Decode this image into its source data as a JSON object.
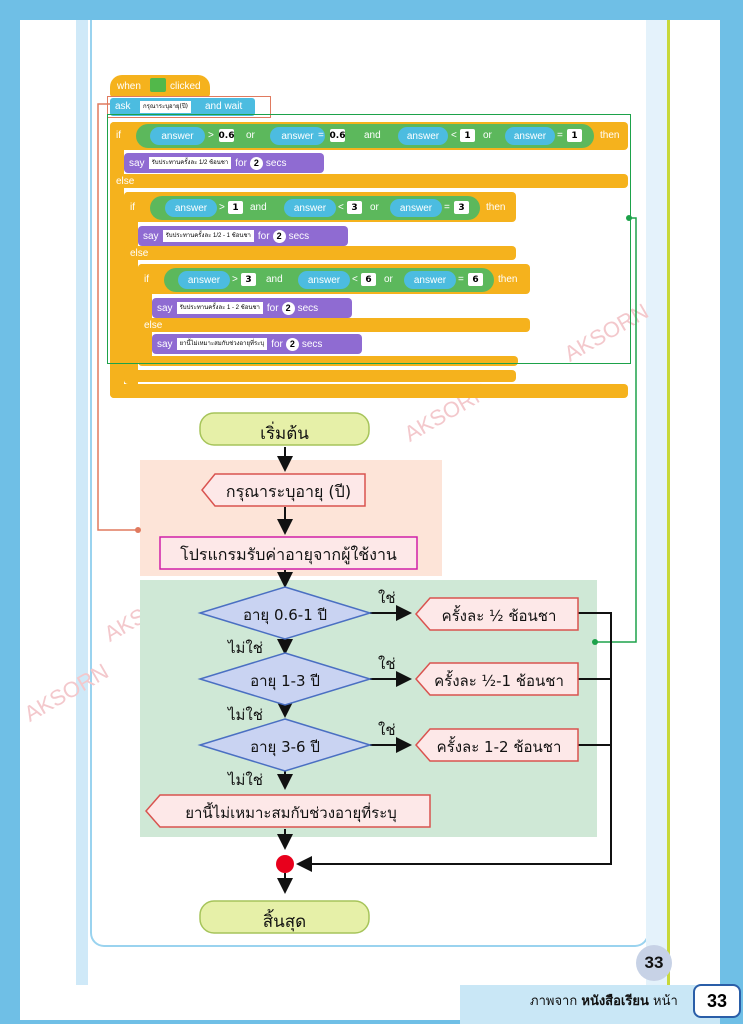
{
  "scratch": {
    "hat": {
      "prefix": "when",
      "suffix": "clicked"
    },
    "ask": {
      "label": "ask",
      "field": "กรุณาระบุอายุ(ปี)",
      "suffix": "and wait"
    },
    "if1": {
      "if": "if",
      "a1": "answer",
      "op1": ">",
      "v1": "0.6",
      "or1": "or",
      "a2": "answer",
      "op2": "=",
      "v2": "0.6",
      "and": "and",
      "a3": "answer",
      "op3": "<",
      "v3": "1",
      "or2": "or",
      "a4": "answer",
      "op4": "=",
      "v4": "1",
      "then": "then"
    },
    "say1": {
      "say": "say",
      "field": "รับประทานครั้งละ 1/2 ช้อนชา",
      "for": "for",
      "n": "2",
      "secs": "secs"
    },
    "else1": "else",
    "if2": {
      "if": "if",
      "a1": "answer",
      "op1": ">",
      "v1": "1",
      "and": "and",
      "a2": "answer",
      "op2": "<",
      "v2": "3",
      "or": "or",
      "a3": "answer",
      "op3": "=",
      "v3": "3",
      "then": "then"
    },
    "say2": {
      "say": "say",
      "field": "รับประทานครั้งละ 1/2 - 1 ช้อนชา",
      "for": "for",
      "n": "2",
      "secs": "secs"
    },
    "else2": "else",
    "if3": {
      "if": "if",
      "a1": "answer",
      "op1": ">",
      "v1": "3",
      "and": "and",
      "a2": "answer",
      "op2": "<",
      "v2": "6",
      "or": "or",
      "a3": "answer",
      "op3": "=",
      "v3": "6",
      "then": "then"
    },
    "say3": {
      "say": "say",
      "field": "รับประทานครั้งละ 1 - 2 ช้อนชา",
      "for": "for",
      "n": "2",
      "secs": "secs"
    },
    "else3": "else",
    "say4": {
      "say": "say",
      "field": "ยานี้ไม่เหมาะสมกับช่วงอายุที่ระบุ",
      "for": "for",
      "n": "2",
      "secs": "secs"
    }
  },
  "flow": {
    "start": "เริ่มต้น",
    "input": "กรุณาระบุอายุ (ปี)",
    "process": "โปรแกรมรับค่าอายุจากผู้ใช้งาน",
    "d1": "อายุ 0.6-1 ปี",
    "d2": "อายุ 1-3 ปี",
    "d3": "อายุ 3-6 ปี",
    "yes": "ใช่",
    "no": "ไม่ใช่",
    "o1": "ครั้งละ ½ ช้อนชา",
    "o2": "ครั้งละ ½-1 ช้อนชา",
    "o3": "ครั้งละ 1-2 ช้อนชา",
    "o4": "ยานี้ไม่เหมาะสมกับช่วงอายุที่ระบุ",
    "end": "สิ้นสุด"
  },
  "watermark": "AKSORN",
  "page_number": "33",
  "footer": {
    "prefix": "ภาพจาก",
    "book": "หนังสือเรียน",
    "suffix": "หน้า",
    "number": "33"
  },
  "colors": {
    "scratch_control": "#f5b21d",
    "scratch_sensing": "#4cbce0",
    "scratch_looks": "#8f6bd2",
    "scratch_operator": "#5cb85c",
    "flow_start": "#e6f0a8",
    "flow_io": "#fde8e8",
    "flow_border": "#d9534f",
    "flow_decision": "#c9d3f2"
  }
}
